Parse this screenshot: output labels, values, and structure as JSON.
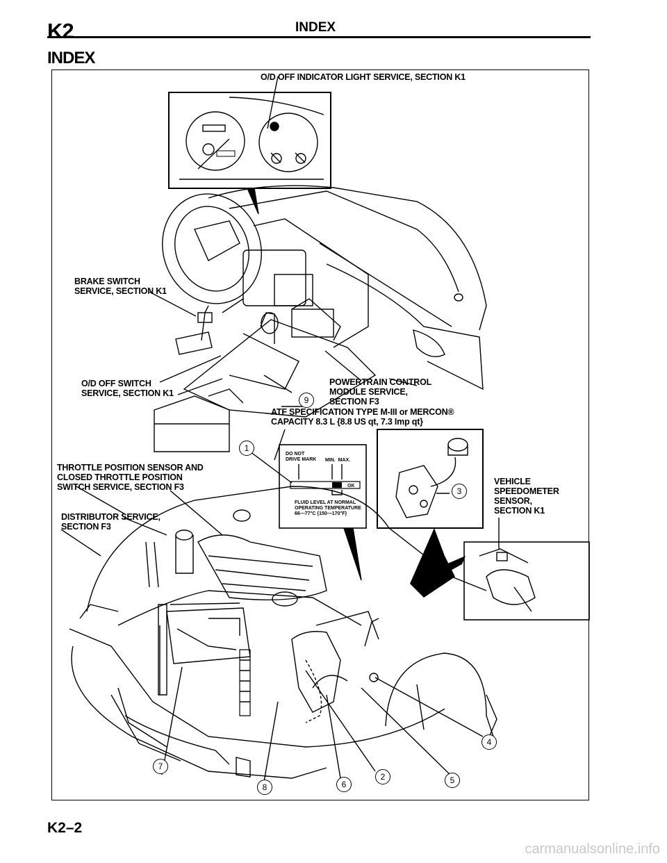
{
  "header": {
    "section": "K2",
    "title": "INDEX"
  },
  "page_heading": "INDEX",
  "labels": {
    "od_indicator": "O/D OFF INDICATOR LIGHT SERVICE, SECTION K1",
    "brake_switch": "BRAKE SWITCH\nSERVICE, SECTION K1",
    "od_switch": "O/D OFF SWITCH\nSERVICE, SECTION K1",
    "powertrain": "POWERTRAIN CONTROL\nMODULE SERVICE,\nSECTION F3",
    "atf": "ATF SPECIFICATION TYPE M-III or MERCON®\nCAPACITY 8.3 L {8.8 US qt, 7.3 Imp qt}",
    "throttle": "THROTTLE POSITION SENSOR AND\nCLOSED THROTTLE POSITION\nSWITCH SERVICE, SECTION F3",
    "distributor": "DISTRIBUTOR SERVICE,\nSECTION F3",
    "vss": "VEHICLE\nSPEEDOMETER\nSENSOR,\nSECTION K1"
  },
  "dipstick": {
    "do_not_drive": "DO NOT\nDRIVE MARK",
    "min_max": "MIN.  MAX.",
    "ok": "OK",
    "fluid_level": "FLUID LEVEL AT NORMAL\nOPERATING TEMPERATURE\n66—77°C {150—170°F}"
  },
  "callouts": {
    "c1": "1",
    "c2": "2",
    "c3": "3",
    "c4": "4",
    "c5": "5",
    "c6": "6",
    "c7": "7",
    "c8": "8",
    "c9": "9"
  },
  "footer": {
    "page_number": "K2–2",
    "watermark": "carmanualsonline.info"
  }
}
